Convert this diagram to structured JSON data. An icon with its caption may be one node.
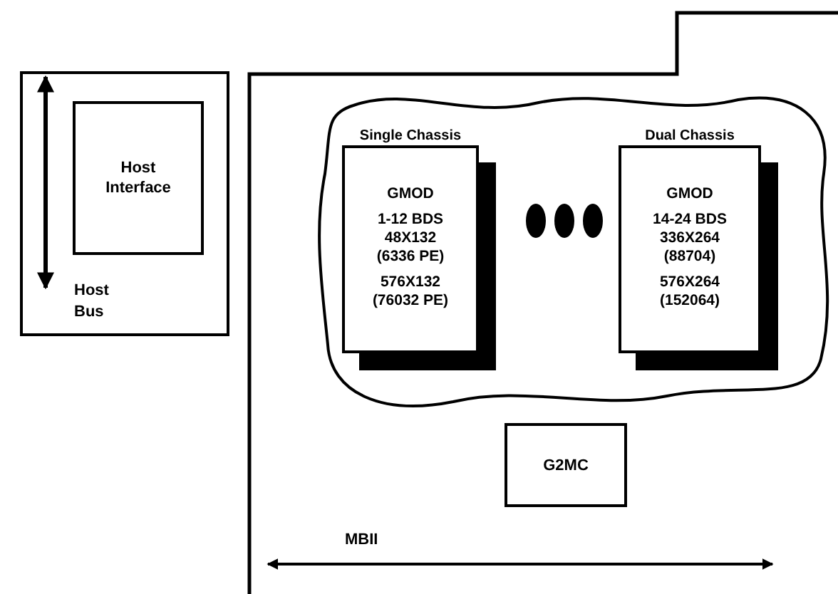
{
  "diagram": {
    "nodes": [
      {
        "text": [],
        "shape": "box"
      },
      {
        "text": [
          "Host Interface"
        ],
        "in": 0
      },
      {
        "text": [],
        "shape": "box"
      },
      {
        "text": [],
        "shape": "cloud",
        "in": 2
      },
      {
        "text": [
          "Single Chassis",
          "GMOD",
          "1-12 BDS 48X132 (6336 PE)",
          "576X132 (76032 PE)"
        ],
        "in": 3
      },
      {
        "text": [
          "Dual Chassis",
          "GMOD",
          "14-24 BDS 336X264 (88704)",
          "576X264 (152064)"
        ],
        "in": 3
      },
      {
        "text": [
          "G2MC"
        ],
        "in": 2
      }
    ],
    "labels": [
      "Host Bus",
      "MBII"
    ]
  }
}
